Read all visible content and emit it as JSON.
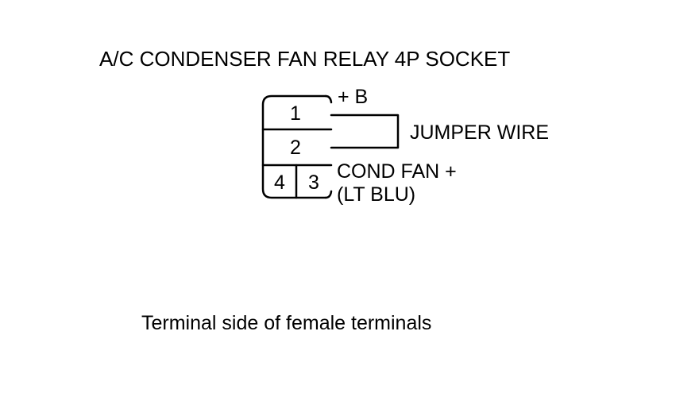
{
  "title": "A/C CONDENSER FAN RELAY 4P SOCKET",
  "connector": {
    "terminal_1": "1",
    "terminal_2": "2",
    "terminal_3": "3",
    "terminal_4": "4"
  },
  "labels": {
    "plus_b": "+ B",
    "jumper_wire": "JUMPER WIRE",
    "cond_fan_plus": "COND FAN +",
    "wire_color": "(LT BLU)"
  },
  "caption": "Terminal side of female terminals",
  "colors": {
    "ink": "#000000",
    "background": "#ffffff"
  }
}
